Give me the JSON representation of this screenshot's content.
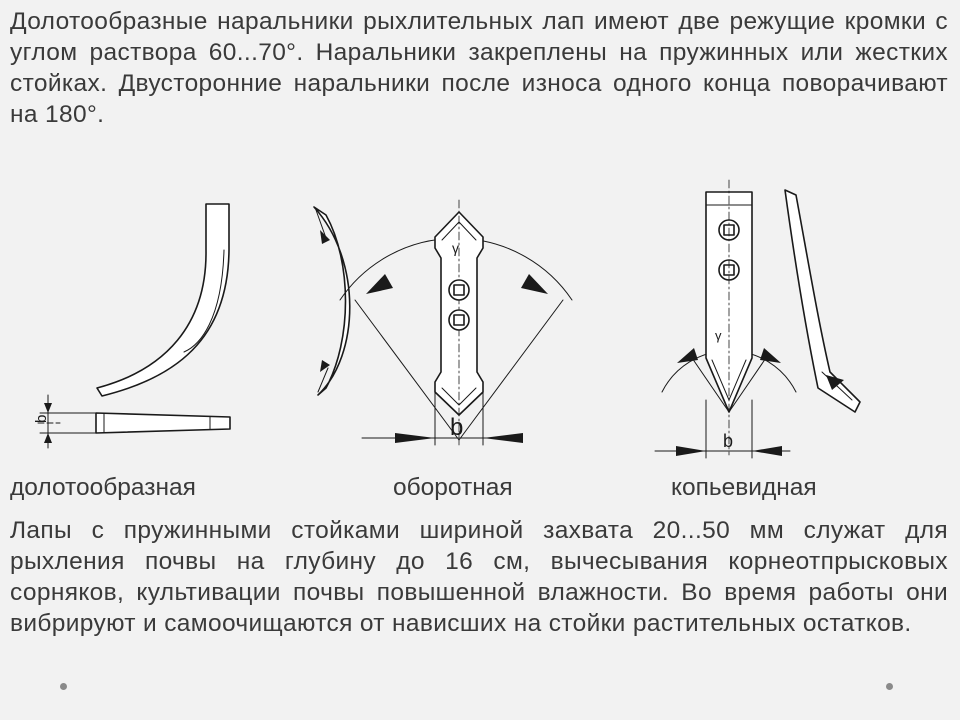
{
  "intro_text": "Долотообразные наральники рыхлительных лап имеют две режущие кромки с углом раствора 60...70°. Наральники закреплены на пружинных или жестких стойках. Двусторонние наральники после износа одного конца поворачивают на 180°.",
  "captions": [
    "долотообразная",
    "оборотная",
    "копьевидная"
  ],
  "figure_labels": {
    "chisel_b": "b",
    "reversible_gamma": "γ",
    "reversible_b": "b",
    "lance_gamma": "γ",
    "lance_b": "b"
  },
  "body_text": "Лапы с пружинными стойками шириной захвата 20...50 мм служат для рыхления почвы на глубину до 16 см, вычесывания корнеотпрысковых сорняков, культивации почвы повышенной влажности. Во время работы они вибрируют и самоочищаются от нависших на стойки растительных остатков."
}
